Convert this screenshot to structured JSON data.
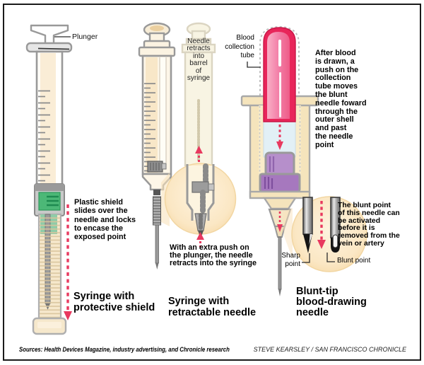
{
  "colors": {
    "frame": "#1a1a1a",
    "outline_gray": "#999999",
    "needle_gray": "#9a9a9a",
    "cream": "#F6E8CC",
    "tan_shell": "#F5E4BC",
    "ghost_fill": "#F8F4E3",
    "ghost_line": "#DBD5C2",
    "lock_green": "#4CB877",
    "lock_green_dark": "#1E8A50",
    "arrow_red": "#E8395F",
    "blood_pink": "#E8255A",
    "blood_pink_light": "#F9AFC6",
    "pale_blue": "#E2F0F6",
    "purple": "#B68FCB",
    "purple_deep": "#A678BE",
    "purple_line": "#7E4F9E",
    "inset_peach": "#F9DFB2",
    "text": "#000000"
  },
  "panel1": {
    "plunger_label": "Plunger",
    "annotation": "Plastic shield\nslides over the\nneedle and locks\nto encase the\nexposed point",
    "title": "Syringe with\nprotective shield"
  },
  "panel2": {
    "barrel_note": "Needle\nretracts\ninto\nbarrel\nof\nsyringe",
    "annotation": "With an extra push on\nthe plunger, the needle\nretracts into the syringe",
    "title": "Syringe with\nretractable needle"
  },
  "panel3": {
    "tube_label": "Blood\ncollection\ntube",
    "annotation": "After blood\nis drawn, a\npush on the\ncollection\ntube moves\nthe blunt\nneedle foward\nthrough the\nouter shell\nand past\nthe needle\npoint",
    "inset_note": "The blunt point\nof this needle can\nbe activated\nbefore it is\nremoved from the\nvein or artery",
    "sharp_point_label": "Sharp\npoint",
    "blunt_point_label": "Blunt point",
    "title": "Blunt-tip\nblood-drawing\nneedle"
  },
  "footer": {
    "sources": "Sources: Health Devices Magazine, industry advertising, and Chronicle research",
    "credit": "STEVE KEARSLEY / SAN FRANCISCO CHRONICLE"
  }
}
